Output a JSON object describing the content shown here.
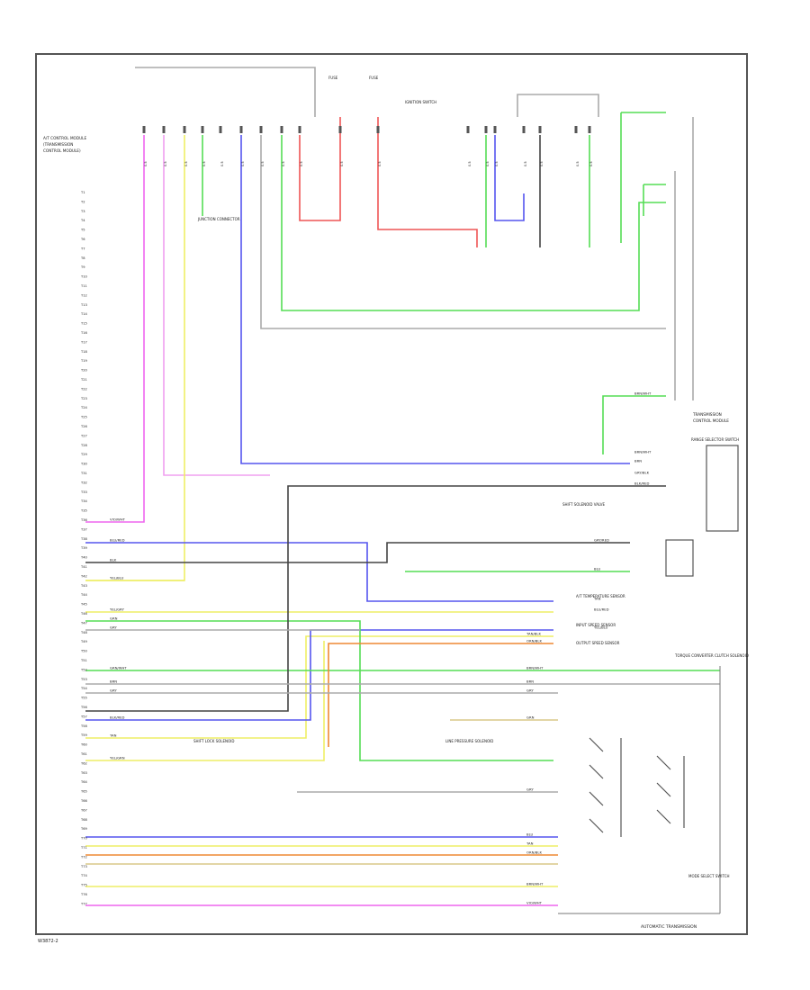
{
  "diagram": {
    "footer_label": "AUTOMATIC TRANSMISSION",
    "corner_code": "W3872-2",
    "left_module_label": [
      "A/T CONTROL MODULE",
      "(TRANSMISSION",
      "CONTROL MODULE)"
    ],
    "right_module_label": [
      "TRANSMISSION",
      "CONTROL MODULE"
    ],
    "pin_prefix": "T"
  },
  "wires": {
    "left_pin_labels": [
      "VIO/WHT",
      "BLU/RED",
      "BLK",
      "YEL/BLU",
      "YEL/GRY",
      "GRN",
      "GRY",
      "GRN/WHT",
      "BRN",
      "GRY",
      "BLK/RED",
      "TAN",
      "YEL/GRN"
    ],
    "right_pin_labels": [
      "BRN/WHT",
      "BRN/WHT",
      "BRN",
      "GRY/BLK",
      "BLK/RED",
      "GRY/RED",
      "BLU",
      "TAN",
      "BLU/RED",
      "YEL/BLU",
      "TAN/BLK",
      "ORN/BLK",
      "BRN/WHT",
      "BRN",
      "GRY",
      "GRN",
      "GRY",
      "BLU",
      "TAN",
      "ORN/BLK",
      "BRN/WHT",
      "VIO/WHT"
    ],
    "component_labels": [
      "RANGE SELECTOR SWITCH",
      "SHIFT SOLENOID VALVE",
      "A/T TEMPERATURE SENSOR",
      "INPUT SPEED SENSOR",
      "OUTPUT SPEED SENSOR",
      "TORQUE CONVERTER CLUTCH SOLENOID",
      "LINE PRESSURE SOLENOID",
      "SHIFT LOCK SOLENOID",
      "JUNCTION CONNECTOR",
      "FUSE",
      "FUSE",
      "IGNITION SWITCH",
      "MODE SELECT SWITCH"
    ],
    "gauge_labels": [
      "0.5",
      "0.5",
      "0.5",
      "0.5",
      "0.5",
      "0.5",
      "0.5",
      "0.5",
      "0.5",
      "0.5",
      "0.5",
      "0.5",
      "0.5",
      "0.5",
      "0.5",
      "0.5",
      "0.5",
      "0.5"
    ]
  },
  "colors": {
    "violet": "#ee66ee",
    "blue": "#5555ee",
    "green": "#55dd55",
    "yellow": "#eeee66",
    "red": "#ee5555",
    "orange": "#ee8833",
    "gray": "#999999",
    "black": "#444444",
    "tan": "#d8c888",
    "frame": "#555555"
  }
}
